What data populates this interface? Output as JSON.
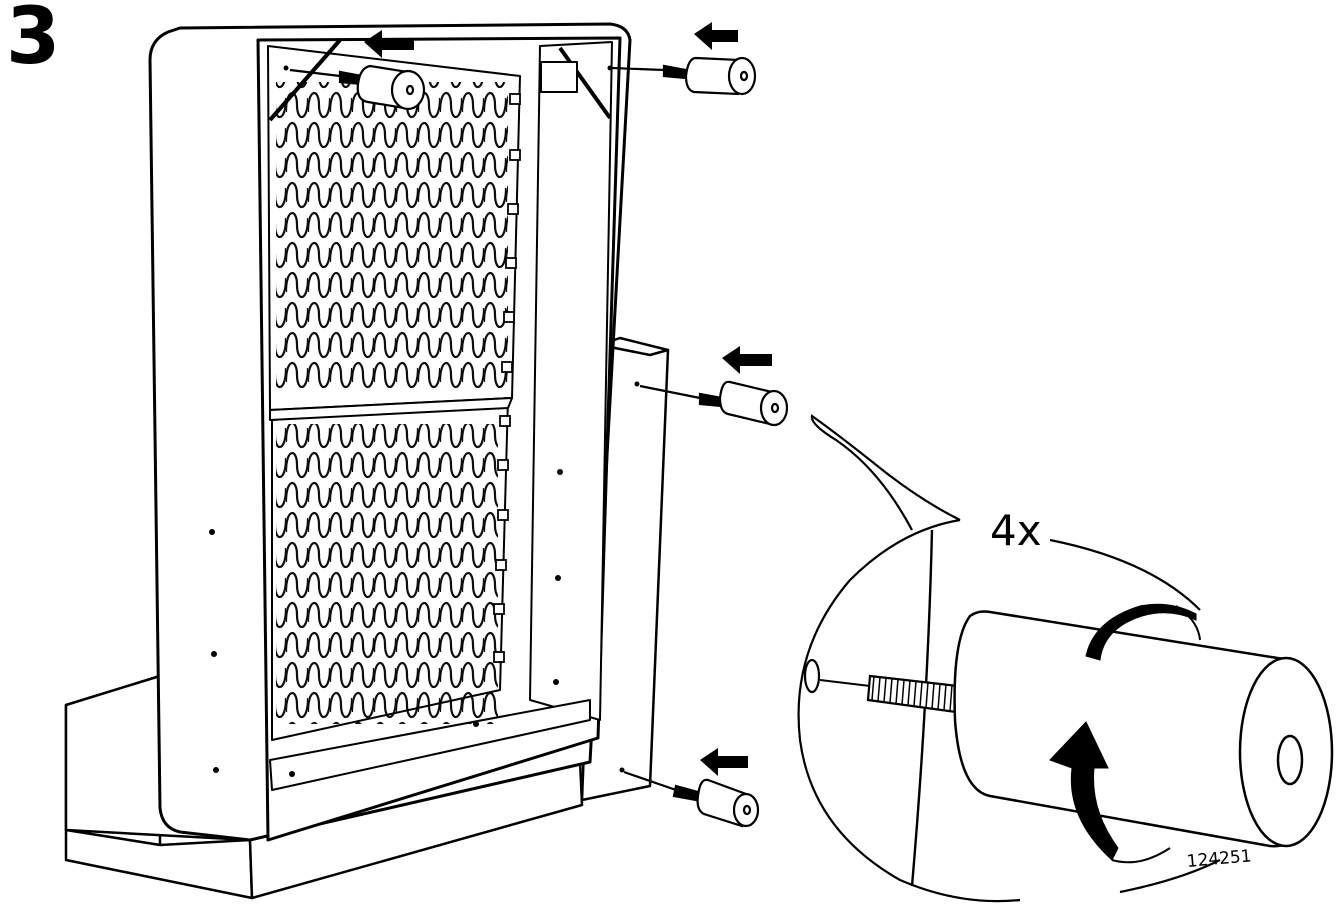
{
  "step": {
    "number": "3"
  },
  "detail": {
    "quantity_label": "4x"
  },
  "footer": {
    "article_number": "124251"
  },
  "colors": {
    "ink": "#000000",
    "paper": "#ffffff"
  },
  "icons": {
    "arrows": "left-arrow-icon",
    "rotation": "rotate-arrow-icon"
  },
  "parts": {
    "foot_count": 4
  }
}
